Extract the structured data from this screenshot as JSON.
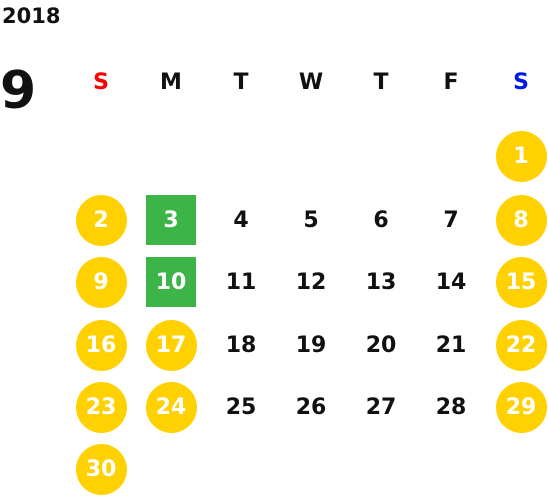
{
  "calendar": {
    "year": "2018",
    "month": "9",
    "weekdays": [
      "S",
      "M",
      "T",
      "W",
      "T",
      "F",
      "S"
    ],
    "colors": {
      "sunday": "#ff0000",
      "saturday": "#0019e6",
      "holiday": "#ffd100",
      "event": "#3cb447"
    },
    "weeks": [
      [
        null,
        null,
        null,
        null,
        null,
        null,
        {
          "day": "1",
          "style": "holiday"
        }
      ],
      [
        {
          "day": "2",
          "style": "holiday"
        },
        {
          "day": "3",
          "style": "event"
        },
        {
          "day": "4"
        },
        {
          "day": "5"
        },
        {
          "day": "6"
        },
        {
          "day": "7"
        },
        {
          "day": "8",
          "style": "holiday"
        }
      ],
      [
        {
          "day": "9",
          "style": "holiday"
        },
        {
          "day": "10",
          "style": "event"
        },
        {
          "day": "11"
        },
        {
          "day": "12"
        },
        {
          "day": "13"
        },
        {
          "day": "14"
        },
        {
          "day": "15",
          "style": "holiday"
        }
      ],
      [
        {
          "day": "16",
          "style": "holiday"
        },
        {
          "day": "17",
          "style": "holiday"
        },
        {
          "day": "18"
        },
        {
          "day": "19"
        },
        {
          "day": "20"
        },
        {
          "day": "21"
        },
        {
          "day": "22",
          "style": "holiday"
        }
      ],
      [
        {
          "day": "23",
          "style": "holiday"
        },
        {
          "day": "24",
          "style": "holiday"
        },
        {
          "day": "25"
        },
        {
          "day": "26"
        },
        {
          "day": "27"
        },
        {
          "day": "28"
        },
        {
          "day": "29",
          "style": "holiday"
        }
      ],
      [
        {
          "day": "30",
          "style": "holiday"
        },
        null,
        null,
        null,
        null,
        null,
        null
      ]
    ]
  }
}
